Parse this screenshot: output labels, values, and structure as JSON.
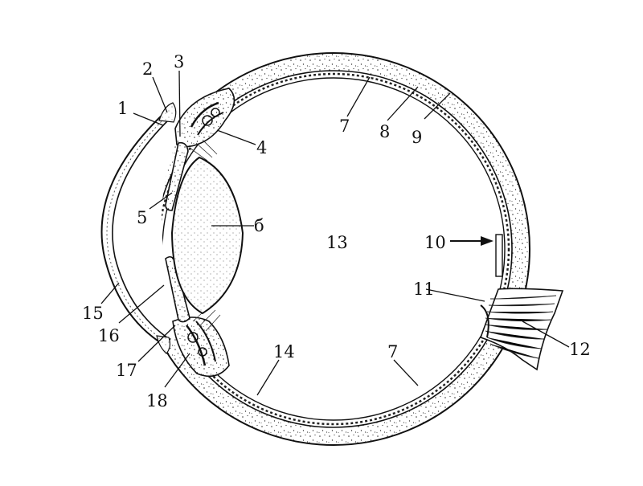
{
  "diagram": {
    "labels": {
      "l1": "1",
      "l2": "2",
      "l3": "3",
      "l4": "4",
      "l5": "5",
      "l6": "б",
      "l7a": "7",
      "l7b": "7",
      "l8": "8",
      "l9": "9",
      "l10": "10",
      "l11": "11",
      "l12": "12",
      "l13": "13",
      "l14": "14",
      "l15": "15",
      "l16": "16",
      "l17": "17",
      "l18": "18"
    }
  }
}
